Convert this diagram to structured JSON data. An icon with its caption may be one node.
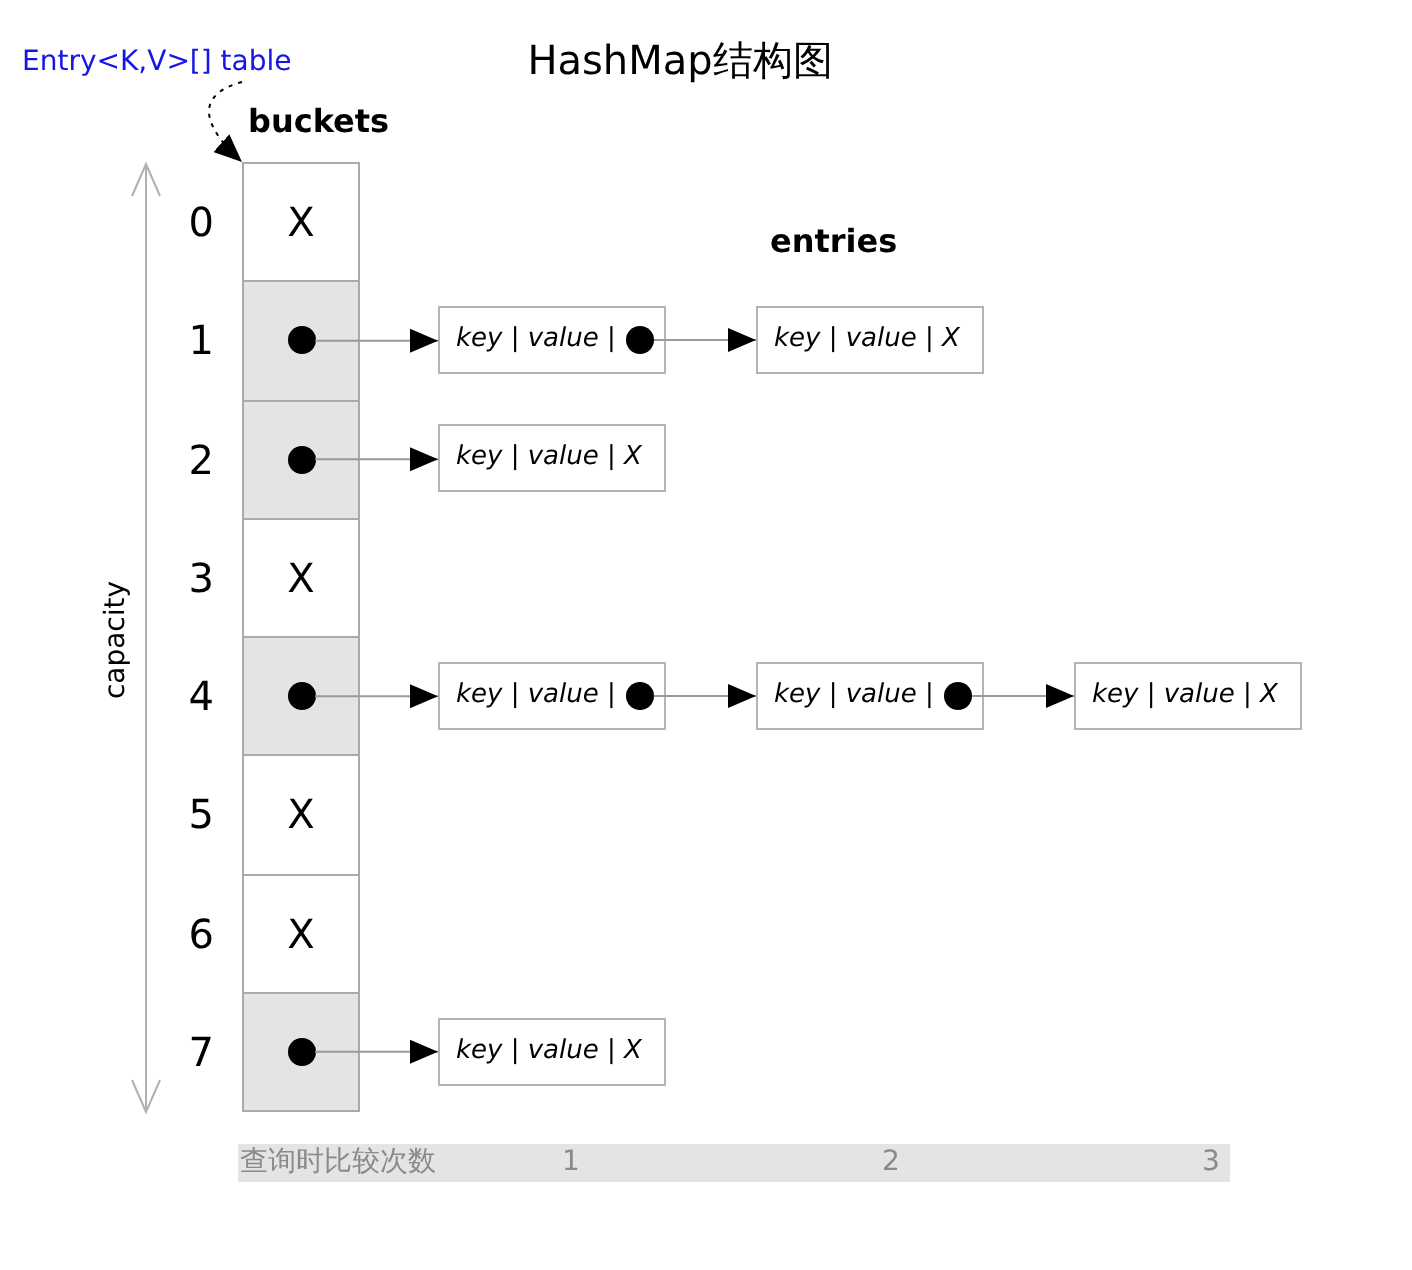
{
  "diagram": {
    "title": "HashMap结构图",
    "nodes": [
      {
        "text": [
          "Entry<K,V>[] table"
        ]
      },
      {
        "text": [
          "buckets"
        ]
      },
      {
        "text": [
          "X"
        ],
        "in": 1,
        "beside": [
          "0"
        ]
      },
      {
        "text": [],
        "shape": "box",
        "in": 1,
        "beside": [
          "1"
        ]
      },
      {
        "text": [],
        "shape": "circle",
        "in": 3
      },
      {
        "text": [],
        "shape": "box",
        "in": 1,
        "beside": [
          "2"
        ]
      },
      {
        "text": [],
        "shape": "circle",
        "in": 5
      },
      {
        "text": [
          "X"
        ],
        "in": 1,
        "beside": [
          "3"
        ]
      },
      {
        "text": [],
        "shape": "box",
        "in": 1,
        "beside": [
          "4"
        ]
      },
      {
        "text": [],
        "shape": "circle",
        "in": 8
      },
      {
        "text": [
          "X"
        ],
        "in": 1,
        "beside": [
          "5"
        ]
      },
      {
        "text": [
          "X"
        ],
        "in": 1,
        "beside": [
          "6"
        ]
      },
      {
        "text": [],
        "shape": "box",
        "in": 1,
        "beside": [
          "7"
        ]
      },
      {
        "text": [],
        "shape": "circle",
        "in": 12
      },
      {
        "text": [
          "key | value |"
        ]
      },
      {
        "text": [],
        "shape": "circle",
        "in": 14
      },
      {
        "text": [
          "key | value | X"
        ]
      },
      {
        "text": [
          "key | value | X"
        ]
      },
      {
        "text": [
          "key | value |"
        ]
      },
      {
        "text": [],
        "shape": "circle",
        "in": 18
      },
      {
        "text": [
          "key | value |"
        ]
      },
      {
        "text": [],
        "shape": "circle",
        "in": 20
      },
      {
        "text": [
          "key | value | X"
        ]
      },
      {
        "text": [
          "key | value | X"
        ]
      },
      {
        "text": [
          "查询时比较次数",
          "1",
          "2",
          "3"
        ]
      }
    ],
    "edges": [
      {
        "from": 0,
        "to": 1,
        "arrow": "to",
        "style": "dashed",
        "color": "#000000"
      },
      {
        "from": 4,
        "to": 14,
        "arrow": "to"
      },
      {
        "from": 15,
        "to": 16,
        "arrow": "to"
      },
      {
        "from": 6,
        "to": 17,
        "arrow": "to"
      },
      {
        "from": 9,
        "to": 18,
        "arrow": "to"
      },
      {
        "from": 19,
        "to": 20,
        "arrow": "to"
      },
      {
        "from": 21,
        "to": 22,
        "arrow": "to"
      },
      {
        "from": 13,
        "to": 23,
        "arrow": "to"
      }
    ],
    "labels": [
      "entries",
      "capacity"
    ]
  }
}
